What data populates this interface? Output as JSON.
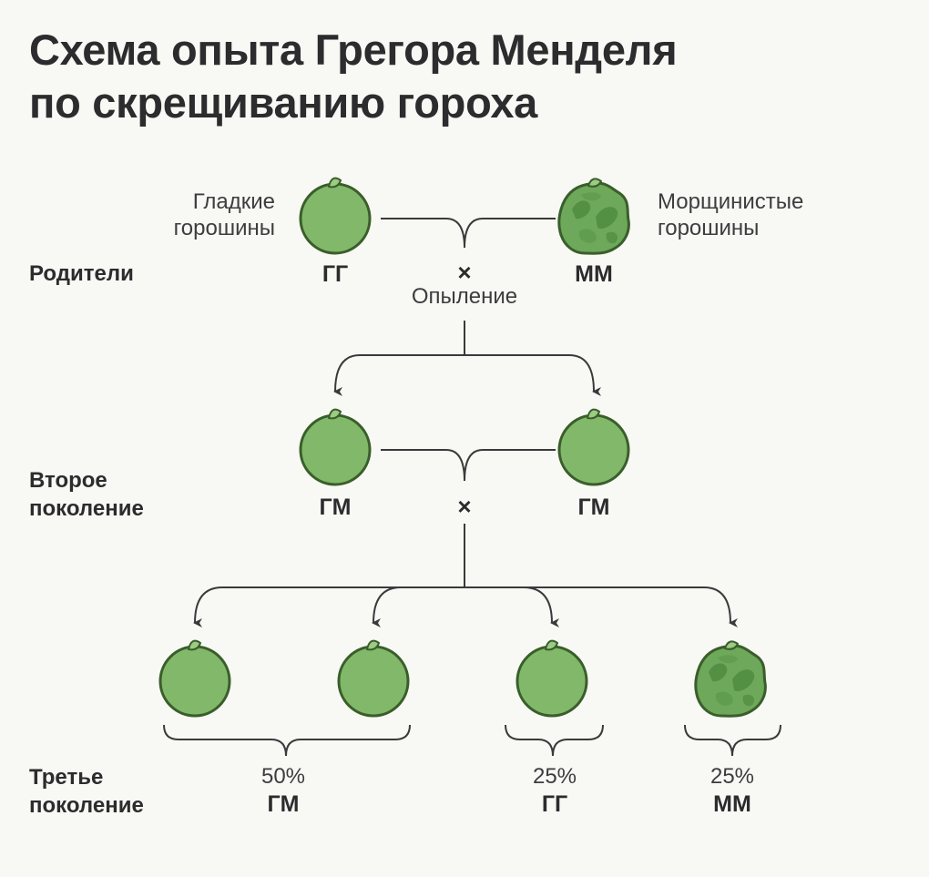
{
  "title": {
    "line1": "Схема опыта Грегора Менделя",
    "line2": "по скрещиванию гороха"
  },
  "parents": {
    "row_label": "Родители",
    "smooth_label_line1": "Гладкие",
    "smooth_label_line2": "горошины",
    "wrinkled_label_line1": "Морщинистые",
    "wrinkled_label_line2": "горошины",
    "left_genotype": "ГГ",
    "right_genotype": "ММ",
    "cross_symbol": "×",
    "pollination": "Опыление"
  },
  "second_generation": {
    "row_label_line1": "Второе",
    "row_label_line2": "поколение",
    "left_genotype": "ГМ",
    "right_genotype": "ГМ",
    "cross_symbol": "×"
  },
  "third_generation": {
    "row_label_line1": "Третье",
    "row_label_line2": "поколение",
    "groups": [
      {
        "percent": "50%",
        "genotype": "ГМ"
      },
      {
        "percent": "25%",
        "genotype": "ГГ"
      },
      {
        "percent": "25%",
        "genotype": "ММ"
      }
    ]
  },
  "colors": {
    "smooth_pea": "#82b86a",
    "wrinkled_pea": "#6ea85a",
    "outline": "#3a5e2b",
    "line": "#3a3a3c",
    "background": "#f8f8f4"
  }
}
